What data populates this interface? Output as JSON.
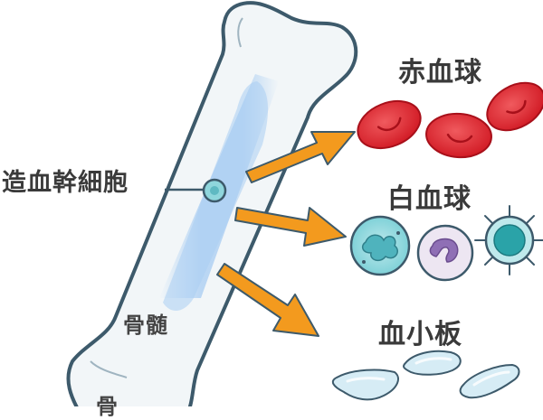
{
  "labels": {
    "stem_cell": "造血幹細胞",
    "bone_marrow": "骨髄",
    "red_blood_cells": "赤血球",
    "white_blood_cells": "白血球",
    "platelets": "血小板",
    "bottom_cut": "骨"
  },
  "colors": {
    "outline": "#3d5a6b",
    "bone_fill": "#f2f6f8",
    "marrow": "#a9cdf2",
    "arrow": "#f39a1e",
    "rbc": "#e0252e",
    "wbc": "#7fd1d6",
    "platelet": "#cfe6f2"
  }
}
